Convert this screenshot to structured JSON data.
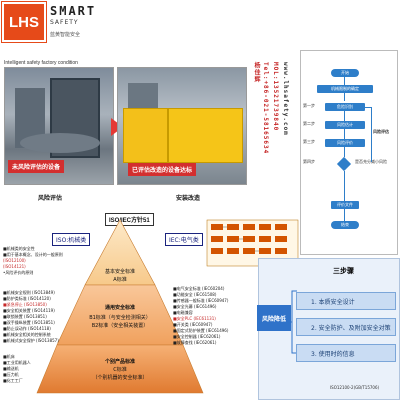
{
  "header": {
    "logo_text": "LHS",
    "brand_line1": "SMART",
    "brand_line2": "SAFETY",
    "brand_sub": "蓝黄智能安全"
  },
  "caption": "Intelligent safety factory condition",
  "photos": {
    "before_label": "未风险评估的设备",
    "before_under": "风险评估",
    "after_label": "已评估改造的设备达标",
    "after_under": "安装改造"
  },
  "contact": {
    "name": "杨佳辉",
    "tel": "Tel:+86-021-58165634",
    "mol": "MOL:13521739840",
    "web": "www.lhsafety.com"
  },
  "flowchart": {
    "start": "开始",
    "step1": "机械限制的确定",
    "step2": "危险识别",
    "step3": "风险估计",
    "step4": "风险评价",
    "decision": "是否充分减小风险",
    "end": "结束",
    "doc": "评价文件",
    "side_label": "风险评估",
    "step_labels": [
      "第一步",
      "第二步",
      "第三步",
      "第四步"
    ]
  },
  "iso": {
    "title": "ISO/IEC方针51",
    "mech": "ISO:机械类",
    "elec": "IEC:电气类"
  },
  "pyramid": {
    "tier_a_title": "基本安全标准",
    "tier_a_sub": "A标准",
    "tier_b_title": "B1标准（与安全检测相关）",
    "tier_b_sub": "B2标准（安全相关装置）",
    "tier_b_head": "通用安全标准",
    "tier_c_title": "个别产品标准",
    "tier_c_sub": "C标准",
    "tier_c_note": "（个别机器的安全标准）"
  },
  "left_notes": [
    "■机械类的安全性",
    "■用于基本概念、设计的一般原则",
    "(ISO12100)",
    "(ISO14121)",
    "•风险评价的原则"
  ],
  "left_list_b": [
    "■机械安全规则 (ISO13849)",
    "■防护类标准 (ISO14120)",
    "■紧急停止 (ISO13850)",
    "■安全相关装置 (ISO14119)",
    "■联锁装置 (ISO13851)",
    "■双手操纵装置 (ISO13851)",
    "■防止误动作 (ISO14118)",
    "■机械安全相关的控制系统",
    "■机械式安全保护 (ISO13857)"
  ],
  "right_list_b": [
    "■电气安全标准 (IEC60204)",
    "■功能安全 (IEC61508)",
    "■传感器一般标准 (IEC60947)",
    "■安全光幕 (IEC61496)",
    "■电磁兼容",
    "■安全PLC (IEC61131)",
    "■开关类 (IEC60947)",
    "■固定式防护装置 (IEC61496)",
    "■安全控制器 (IEC62061)",
    "■故障查找 (IEC62061)"
  ],
  "left_list_c": [
    "■机床",
    "■工业用机器人",
    "■输送机",
    "■压力机",
    "■化工工厂"
  ],
  "steps": {
    "title": "三步骤",
    "risk_reduce": "风险降低",
    "items": [
      "1. 本质安全设计",
      "2. 安全防护、及附加安全对策",
      "3. 使用时的信息"
    ],
    "footer": "ISO12100-2(GB/T15706)"
  }
}
